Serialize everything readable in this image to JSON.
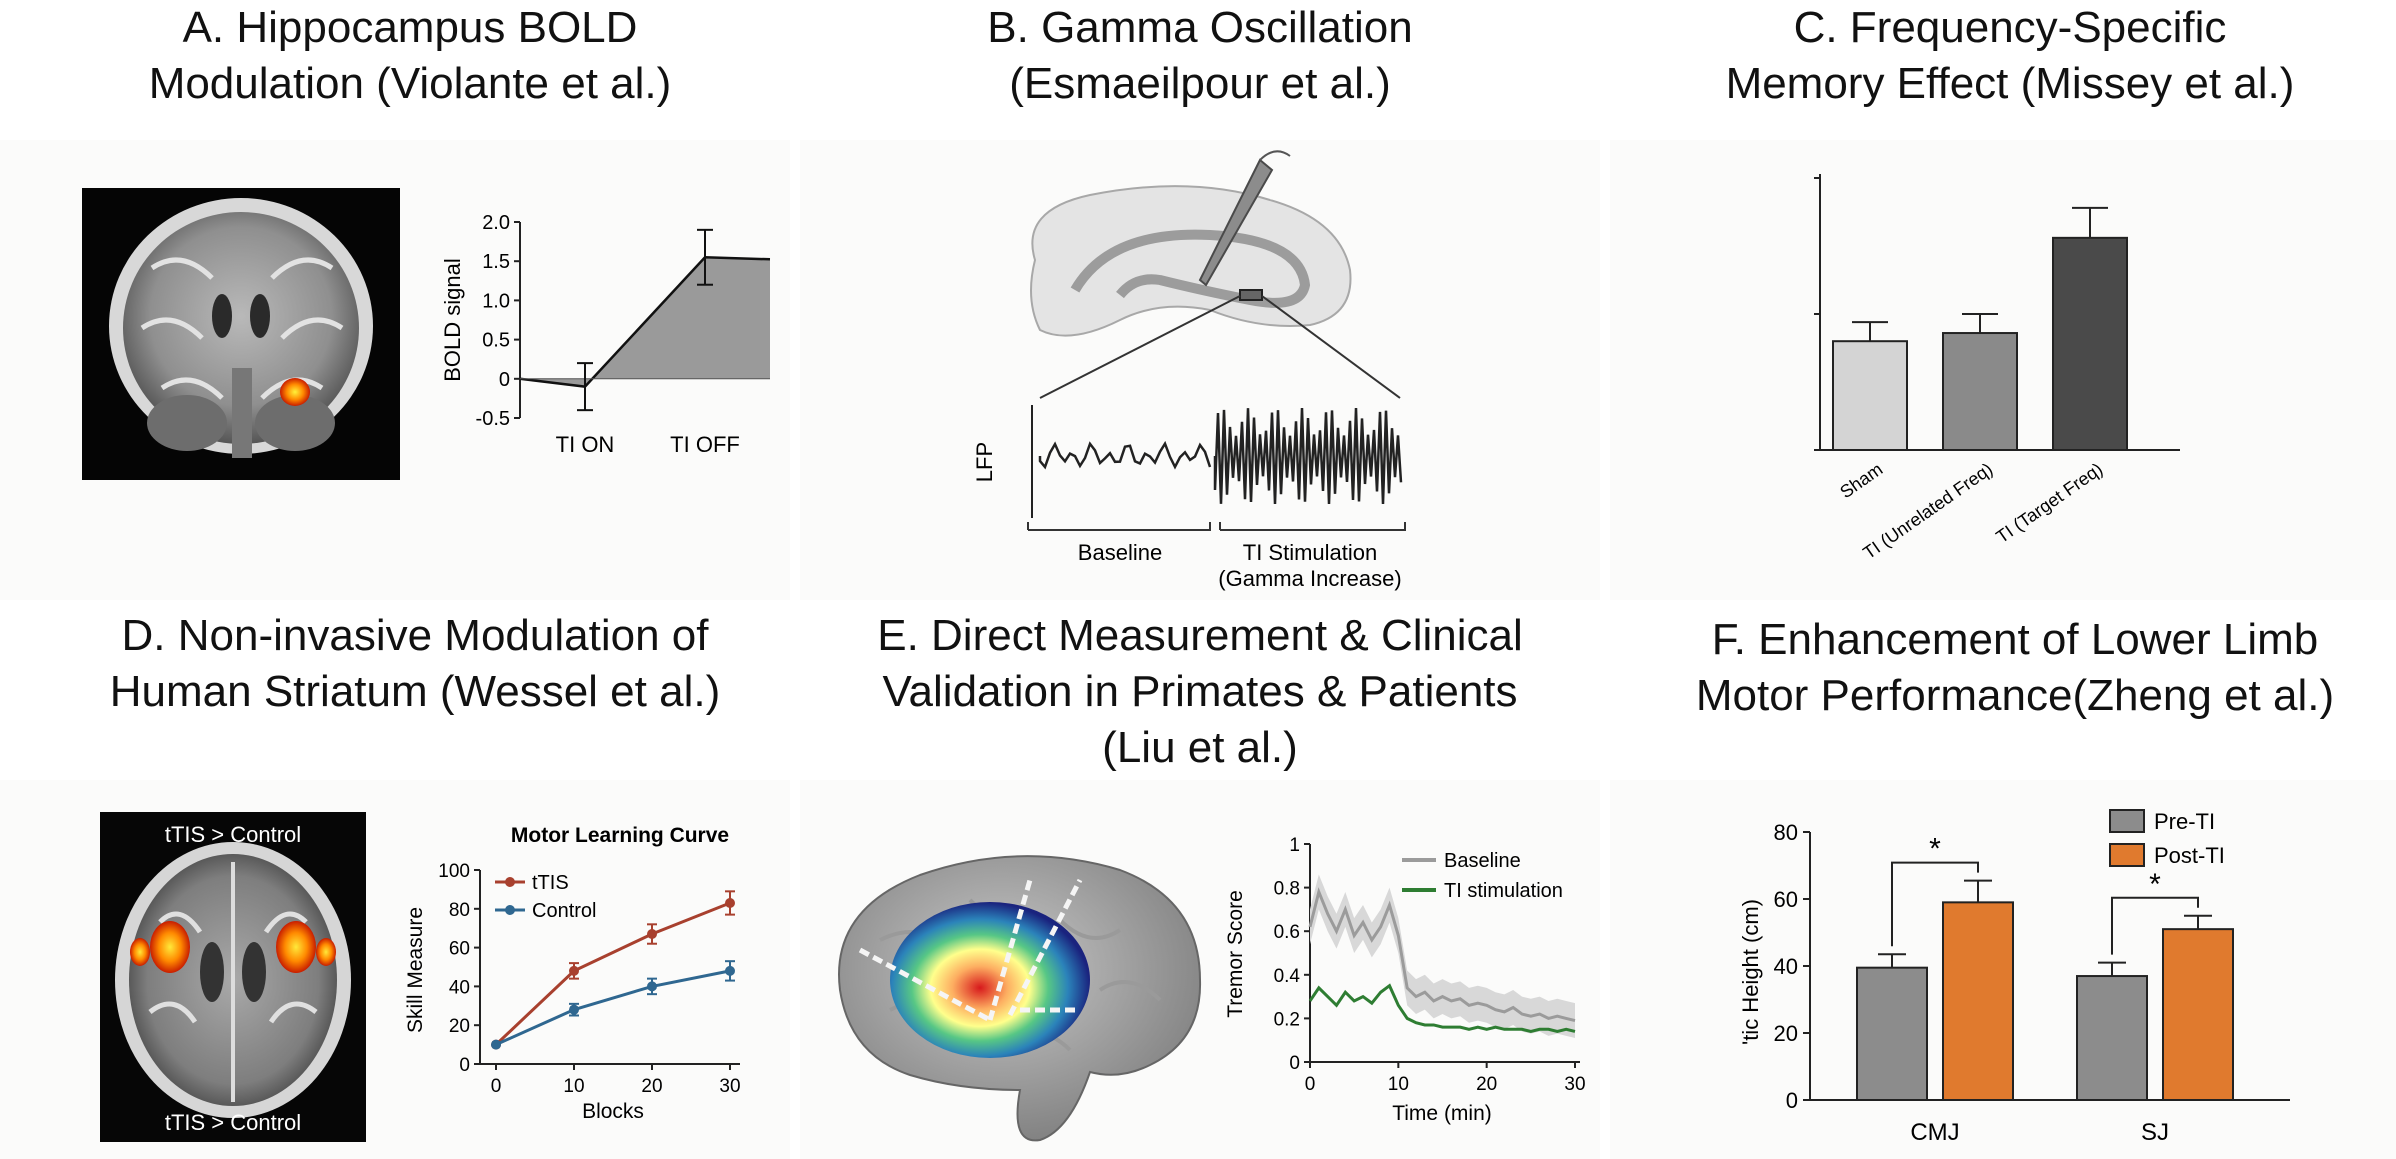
{
  "panels": {
    "a": {
      "title": [
        "A. Hippocampus BOLD",
        "Modulation (Violante et al.)"
      ],
      "chart_data": {
        "type": "area",
        "categories": [
          "TI ON",
          "TI OFF"
        ],
        "values": [
          -0.1,
          1.55
        ],
        "errors": [
          0.3,
          0.35
        ],
        "ylabel": "BOLD signal",
        "ylim": [
          -0.5,
          2.0
        ],
        "yticks": [
          "-0.5",
          "0",
          "0.5",
          "1.0",
          "1.5",
          "2.0"
        ]
      }
    },
    "b": {
      "title": [
        "B. Gamma Oscillation",
        "(Esmaeilpour et al.)"
      ],
      "ylabel": "LFP",
      "segments": [
        "Baseline",
        "TI Stimulation"
      ],
      "note": "(Gamma Increase)"
    },
    "c": {
      "title": [
        "C. Frequency-Specific",
        "Memory Effect (Missey et al.)"
      ],
      "chart_data": {
        "type": "bar",
        "categories": [
          "Sham",
          "TI (Unrelated Freq)",
          "TI (Target Freq)"
        ],
        "values": [
          40,
          43,
          78
        ],
        "errors": [
          7,
          7,
          11
        ],
        "ylim": [
          0,
          100
        ],
        "colors": [
          "#d4d4d4",
          "#8a8a8a",
          "#4a4a4a"
        ]
      }
    },
    "d": {
      "title": [
        "D. Non-invasive Modulation of",
        "Human Striatum (Wessel et al.)"
      ],
      "mri_label_top": "tTIS > Control",
      "mri_label_bottom": "tTIS > Control",
      "chart_data": {
        "type": "line",
        "title": "Motor Learning Curve",
        "xlabel": "Blocks",
        "ylabel": "Skill Measure",
        "x": [
          0,
          10,
          20,
          30
        ],
        "xlim": [
          0,
          30
        ],
        "ylim": [
          0,
          100
        ],
        "xticks": [
          "0",
          "10",
          "20",
          "30"
        ],
        "yticks": [
          "0",
          "20",
          "40",
          "60",
          "80",
          "100"
        ],
        "series": [
          {
            "name": "tTIS",
            "color": "#a8402e",
            "values": [
              10,
              48,
              67,
              83
            ],
            "errors": [
              0,
              4,
              5,
              6
            ]
          },
          {
            "name": "Control",
            "color": "#2f6790",
            "values": [
              10,
              28,
              40,
              48
            ],
            "errors": [
              0,
              3,
              4,
              5
            ]
          }
        ]
      }
    },
    "e": {
      "title": [
        "E. Direct Measurement & Clinical",
        "Validation in Primates & Patients",
        "(Liu et al.)"
      ],
      "chart_data": {
        "type": "line",
        "xlabel": "Time (min)",
        "ylabel": "Tremor Score",
        "xlim": [
          0,
          30
        ],
        "ylim": [
          0,
          1
        ],
        "xticks": [
          "0",
          "10",
          "20",
          "30"
        ],
        "yticks": [
          "0",
          "0.2",
          "0.4",
          "0.6",
          "0.8",
          "1"
        ],
        "series": [
          {
            "name": "Baseline",
            "color": "#9b9b9b",
            "x": [
              0,
              1,
              2,
              3,
              4,
              5,
              6,
              7,
              8,
              9,
              10,
              11,
              12,
              13,
              14,
              15,
              16,
              17,
              18,
              19,
              20,
              21,
              22,
              23,
              24,
              25,
              26,
              27,
              28,
              29,
              30
            ],
            "values": [
              0.62,
              0.78,
              0.68,
              0.6,
              0.7,
              0.58,
              0.64,
              0.56,
              0.62,
              0.72,
              0.58,
              0.34,
              0.3,
              0.32,
              0.28,
              0.3,
              0.28,
              0.29,
              0.26,
              0.27,
              0.26,
              0.24,
              0.23,
              0.25,
              0.22,
              0.21,
              0.22,
              0.2,
              0.21,
              0.2,
              0.19
            ]
          },
          {
            "name": "TI stimulation",
            "color": "#2e7d32",
            "x": [
              0,
              1,
              2,
              3,
              4,
              5,
              6,
              7,
              8,
              9,
              10,
              11,
              12,
              13,
              14,
              15,
              16,
              17,
              18,
              19,
              20,
              21,
              22,
              23,
              24,
              25,
              26,
              27,
              28,
              29,
              30
            ],
            "values": [
              0.28,
              0.34,
              0.3,
              0.26,
              0.32,
              0.28,
              0.3,
              0.27,
              0.32,
              0.35,
              0.26,
              0.2,
              0.18,
              0.17,
              0.17,
              0.16,
              0.16,
              0.16,
              0.15,
              0.16,
              0.15,
              0.16,
              0.15,
              0.15,
              0.15,
              0.14,
              0.15,
              0.15,
              0.14,
              0.15,
              0.14
            ]
          }
        ]
      }
    },
    "f": {
      "title": [
        "F. Enhancement of Lower Limb",
        "Motor Performance(Zheng et al.)"
      ],
      "chart_data": {
        "type": "bar",
        "categories": [
          "CMJ",
          "SJ"
        ],
        "ylabel": "'tic  Height (cm)",
        "ylim": [
          0,
          80
        ],
        "yticks": [
          "0",
          "20",
          "40",
          "60",
          "80"
        ],
        "series": [
          {
            "name": "Pre-TI",
            "color": "#8c8c8c",
            "values": [
              39.5,
              37
            ],
            "errors": [
              4,
              4
            ]
          },
          {
            "name": "Post-TI",
            "color": "#e07a2e",
            "values": [
              59,
              51
            ],
            "errors": [
              6.5,
              4
            ]
          }
        ],
        "significance": [
          "*",
          "*"
        ]
      }
    }
  }
}
